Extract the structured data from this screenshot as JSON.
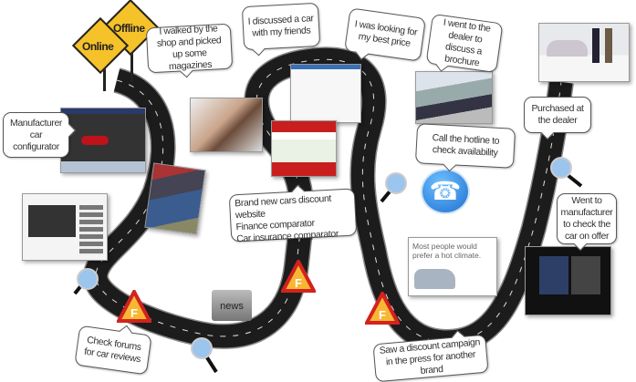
{
  "signs": {
    "online": "Online",
    "offline": "Offline"
  },
  "bubbles": {
    "configurator": "Manufacturer car configurator",
    "magazines": "I walked by the shop and picked up some magazines",
    "friends": "I discussed a car with my friends",
    "best_price": "I was looking for my best price",
    "brochure": "I went to the dealer to discuss a brochure",
    "hotline": "Call the hotline to check availability",
    "purchased": "Purchased at the dealer",
    "comparators": [
      "Brand new cars discount website",
      "Finance comparator",
      "Car insurance comparator"
    ],
    "manufacturer_offer": "Went to manufacturer to check the car on offer",
    "forums": "Check forums for car reviews",
    "campaign": "Saw a discount campaign in the press for another brand"
  },
  "images": {
    "news_folder": "news",
    "ad_headline": "Most people would prefer a hot climate."
  },
  "warning_letter": "F",
  "colors": {
    "sign": "#f5c22a",
    "warning": "#d2231e",
    "road": "#1c1c1c",
    "phone": "#1e88e5"
  }
}
